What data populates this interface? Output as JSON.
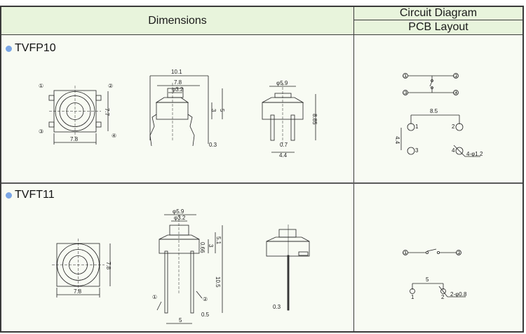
{
  "header": {
    "dimensions": "Dimensions",
    "circuit_diagram": "Circuit Diagram",
    "pcb_layout": "PCB Layout"
  },
  "accent_color": "#7aa6e6",
  "rows": [
    {
      "model": "TVFP10",
      "top_view": {
        "width": "7.8",
        "height": "7.7",
        "pins": [
          "①",
          "②",
          "③",
          "④"
        ]
      },
      "front_view": {
        "overall_width": "10.1",
        "body_width": "7.8",
        "actuator_dia": "φ3.2",
        "body_height": "3",
        "total_height": "5",
        "lead_thickness": "0.3"
      },
      "side_view": {
        "cap_dia": "φ5.9",
        "height": "8.85",
        "lead_width": "0.7",
        "pin_spacing": "4.4"
      },
      "circuit": {
        "pins": [
          "①",
          "②",
          "③",
          "④"
        ]
      },
      "pcb": {
        "horizontal_spacing": "8.5",
        "vertical_spacing": "4.4",
        "hole_spec": "4-φ1.2",
        "pin_labels": [
          "1",
          "2",
          "3",
          "4"
        ]
      }
    },
    {
      "model": "TVFT11",
      "top_view": {
        "width": "7.8",
        "height": "7.8"
      },
      "front_view": {
        "cap_dia": "φ5.9",
        "actuator_dia": "φ3.2",
        "base_height": "0.66",
        "body_height": "3",
        "total_height": "5.1",
        "lead_length": "10.5",
        "pin_spacing": "5",
        "lead_width": "0.5",
        "pins": [
          "①",
          "②"
        ]
      },
      "side_view": {
        "lead_thickness": "0.3"
      },
      "circuit": {
        "pins": [
          "①",
          "②"
        ]
      },
      "pcb": {
        "spacing": "5",
        "hole_spec": "2-φ0.8",
        "pin_labels": [
          "1",
          "2"
        ]
      }
    }
  ]
}
